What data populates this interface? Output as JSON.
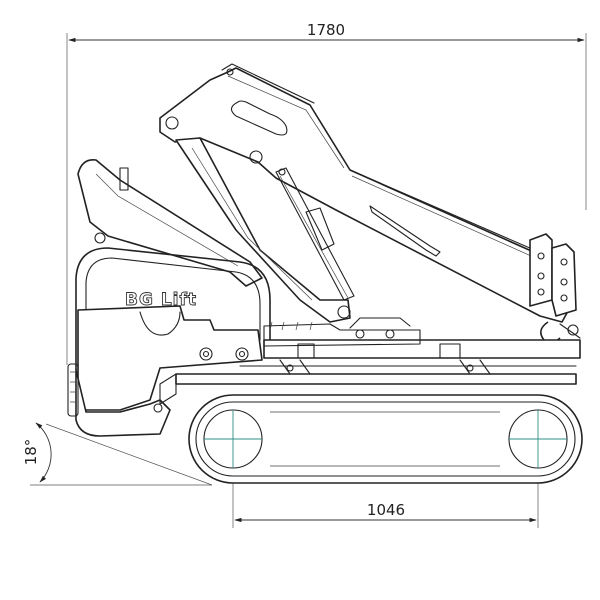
{
  "dimensions": {
    "overall_length": "1780",
    "wheelbase": "1046",
    "ramp_angle": "18°"
  },
  "branding": {
    "logo_text": "BG Lift"
  },
  "colors": {
    "line": "#222222",
    "centerline": "#2f8f86",
    "background": "#ffffff"
  }
}
